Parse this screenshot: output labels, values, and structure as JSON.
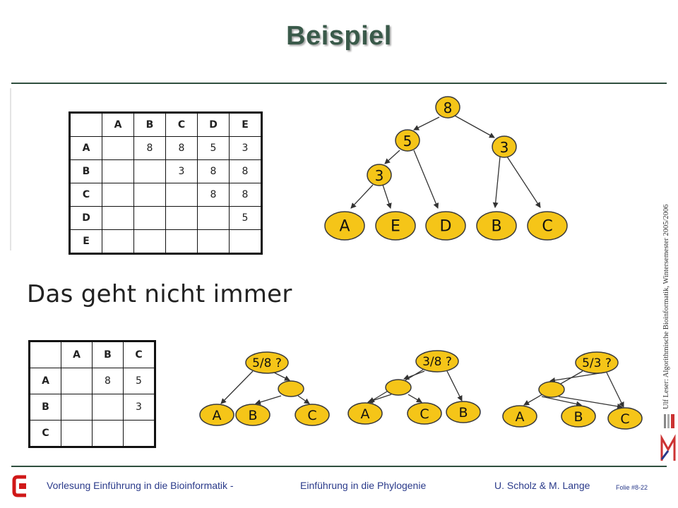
{
  "title": "Beispiel",
  "caption": "Das geht nicht immer",
  "side_text": "Ulf Leser: Algorithmische Bioinformatik, Wintersemester 2005/2006",
  "footer": {
    "course": "Vorlesung Einführung in die Bioinformatik  -",
    "topic": "Einführung in die Phylogenie",
    "authors": "U. Scholz & M. Lange",
    "slide": "Folie #8-22"
  },
  "matrix1": {
    "headers": [
      "",
      "A",
      "B",
      "C",
      "D",
      "E"
    ],
    "rows": [
      [
        "A",
        "",
        "8",
        "8",
        "5",
        "3"
      ],
      [
        "B",
        "",
        "",
        "3",
        "8",
        "8"
      ],
      [
        "C",
        "",
        "",
        "",
        "8",
        "8"
      ],
      [
        "D",
        "",
        "",
        "",
        "",
        "5"
      ],
      [
        "E",
        "",
        "",
        "",
        "",
        ""
      ]
    ]
  },
  "matrix2": {
    "headers": [
      "",
      "A",
      "B",
      "C"
    ],
    "rows": [
      [
        "A",
        "",
        "8",
        "5"
      ],
      [
        "B",
        "",
        "",
        "3"
      ],
      [
        "C",
        "",
        "",
        ""
      ]
    ]
  },
  "tree_main": {
    "root": "8",
    "internal": [
      "5",
      "3",
      "3"
    ],
    "leaves": [
      "A",
      "E",
      "D",
      "B",
      "C"
    ]
  },
  "trees_alt": [
    {
      "root": "5/8 ?",
      "leaves": [
        "A",
        "B",
        "C"
      ]
    },
    {
      "root": "3/8 ?",
      "leaves": [
        "A",
        "C",
        "B"
      ]
    },
    {
      "root": "5/3 ?",
      "leaves": [
        "A",
        "B",
        "C"
      ]
    }
  ],
  "colors": {
    "node_fill": "#f5c518",
    "title": "#3a5a4a",
    "footer": "#2a3a8a",
    "rule": "#2f4f3f"
  }
}
